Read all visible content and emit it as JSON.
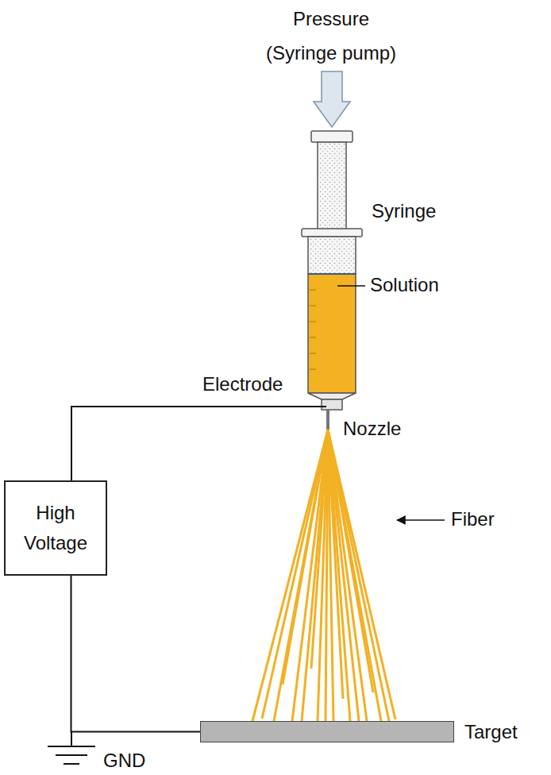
{
  "diagram": {
    "nodes": [
      {
        "text": [
          "High Voltage"
        ]
      },
      {
        "text": [
          "Target"
        ]
      }
    ],
    "edges": [
      {
        "from": 0,
        "to": 1,
        "arrow": "none"
      }
    ],
    "labels": [
      "Pressure (Syringe pump)",
      "Syringe",
      "Solution",
      "Electrode",
      "Nozzle",
      "Fiber",
      "GND"
    ]
  }
}
